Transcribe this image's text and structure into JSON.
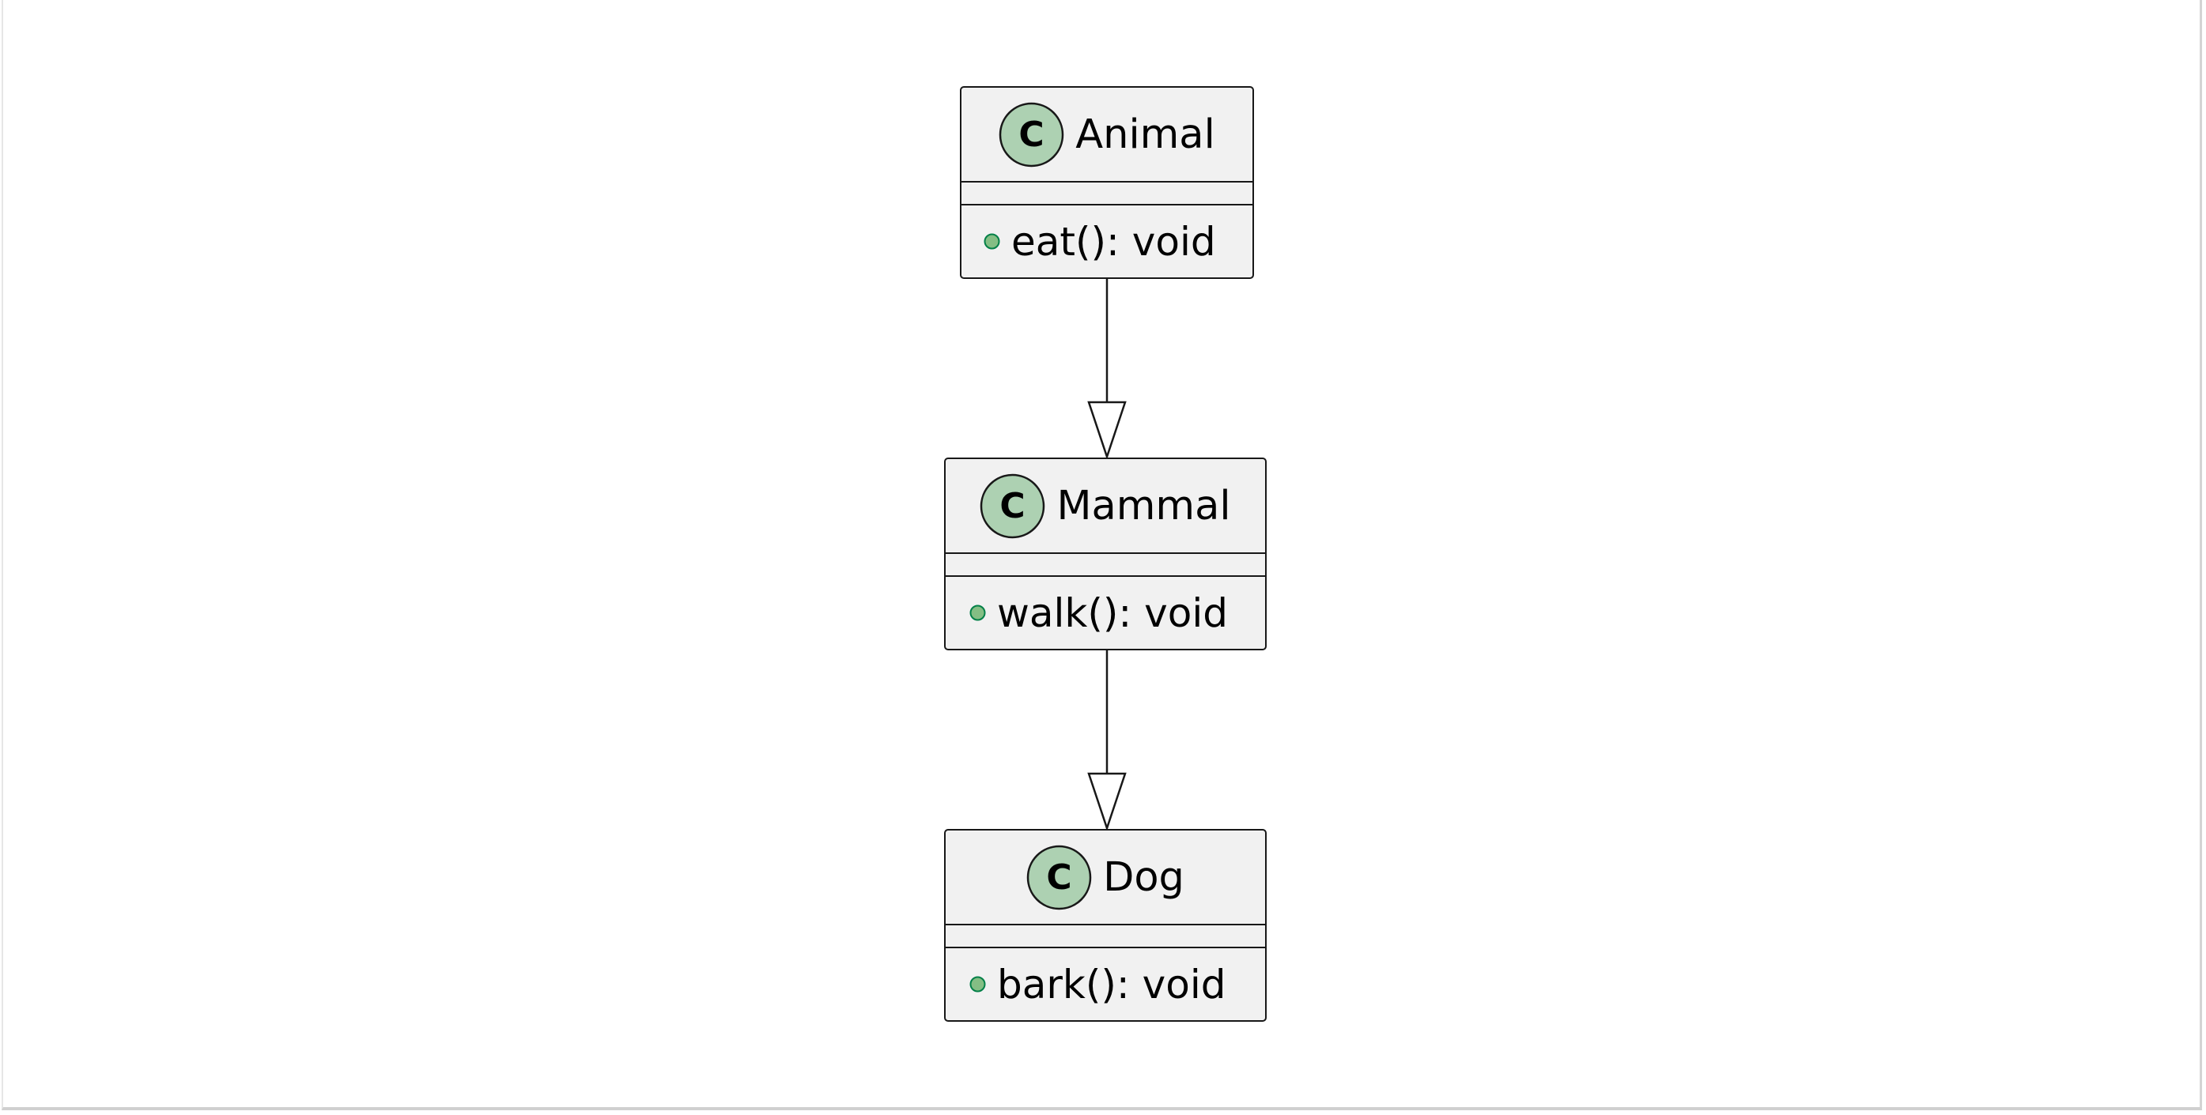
{
  "diagram": {
    "type": "uml-class-diagram",
    "colors": {
      "background": "#ffffff",
      "class_fill": "#f1f1f1",
      "class_border": "#181818",
      "badge_fill": "#add1b2",
      "badge_letter": "#000000",
      "public_method_icon_fill": "#84be84",
      "public_method_icon_border": "#038048",
      "line": "#181818"
    },
    "classes": [
      {
        "id": "animal",
        "name": "Animal",
        "badge": "C",
        "badge_icon": "class-c-icon",
        "methods": [
          {
            "visibility": "public",
            "icon": "public-method-icon",
            "signature": "eat(): void"
          }
        ]
      },
      {
        "id": "mammal",
        "name": "Mammal",
        "badge": "C",
        "badge_icon": "class-c-icon",
        "methods": [
          {
            "visibility": "public",
            "icon": "public-method-icon",
            "signature": "walk(): void"
          }
        ]
      },
      {
        "id": "dog",
        "name": "Dog",
        "badge": "C",
        "badge_icon": "class-c-icon",
        "methods": [
          {
            "visibility": "public",
            "icon": "public-method-icon",
            "signature": "bark(): void"
          }
        ]
      }
    ],
    "relations": [
      {
        "from": "animal",
        "to": "mammal",
        "arrowhead": "hollow-triangle",
        "arrow_at": "to"
      },
      {
        "from": "mammal",
        "to": "dog",
        "arrowhead": "hollow-triangle",
        "arrow_at": "to"
      }
    ]
  }
}
